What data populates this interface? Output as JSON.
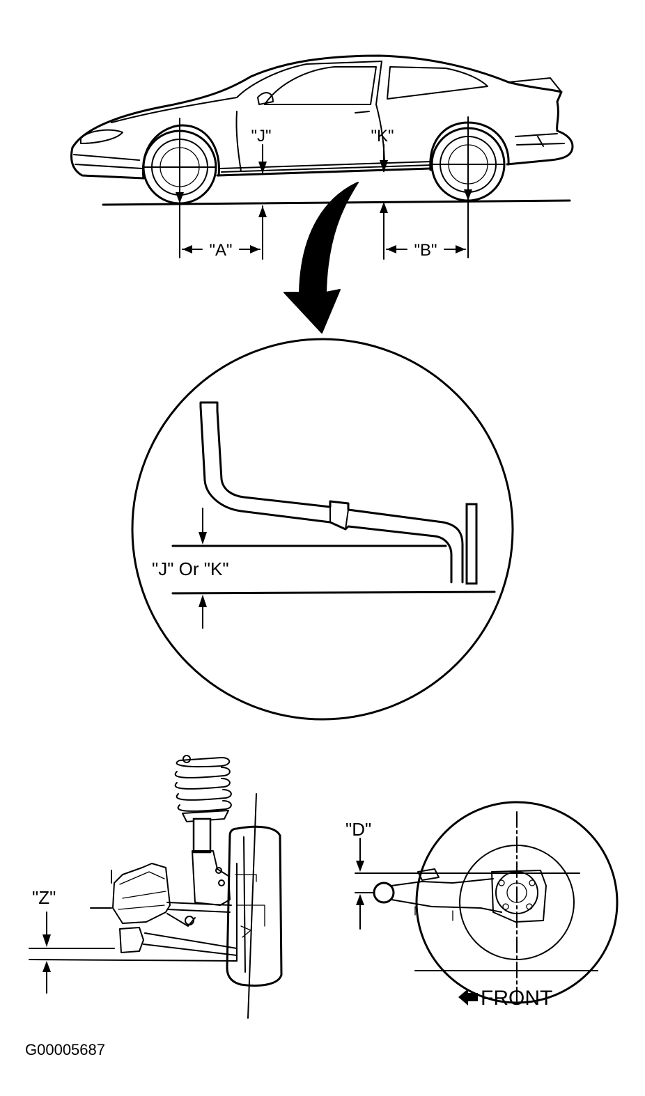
{
  "labels": {
    "j": "\"J\"",
    "k": "\"K\"",
    "a": "\"A\"",
    "b": "\"B\"",
    "j_or_k": "\"J\" Or \"K\"",
    "z": "\"Z\"",
    "d": "\"D\"",
    "front": "FRONT",
    "figure_id": "G00005687"
  },
  "icons": {
    "front_arrow": "left-arrow-icon"
  }
}
